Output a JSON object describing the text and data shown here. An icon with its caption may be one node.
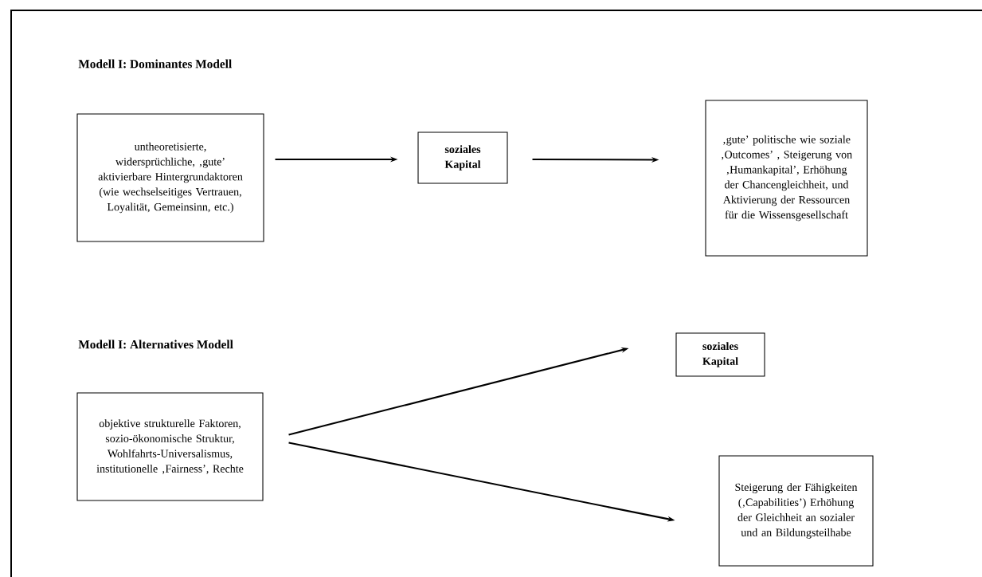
{
  "diagram": {
    "nodes": [
      {
        "text": [
          "untheoretisierte, widersprüchliche, ‚gute’ aktivierbare Hintergrundaktoren (wie wechselseitiges Vertrauen, Loyalität,  Gemeinsinn, etc.)"
        ]
      },
      {
        "text": [
          "soziales Kapital"
        ]
      },
      {
        "text": [
          "‚gute’ politische wie soziale ‚Outcomes’ , Steigerung von ‚Humankapital’, Erhöhung der Chancengleichheit, und Aktivierung der Ressourcen für die Wissensgesellschaft"
        ]
      },
      {
        "text": [
          "objektive strukturelle Faktoren, sozio-ökonomische Struktur, Wohlfahrts-Universalismus, institutionelle ‚Fairness’, Rechte"
        ]
      },
      {
        "text": [
          "soziales Kapital"
        ]
      },
      {
        "text": [
          "Steigerung der Fähigkeiten (‚Capabilities’) Erhöhung der Gleichheit an sozialer und an Bildungsteilhabe"
        ]
      }
    ],
    "edges": [
      {
        "from": 0,
        "to": 1,
        "arrow": "to"
      },
      {
        "from": 1,
        "to": 2,
        "arrow": "to"
      },
      {
        "from": 3,
        "to": 4,
        "arrow": "to"
      },
      {
        "from": 3,
        "to": 5,
        "arrow": "to"
      }
    ],
    "labels": [
      "Modell I: Dominantes Modell",
      "Modell I: Alternatives Modell"
    ]
  }
}
